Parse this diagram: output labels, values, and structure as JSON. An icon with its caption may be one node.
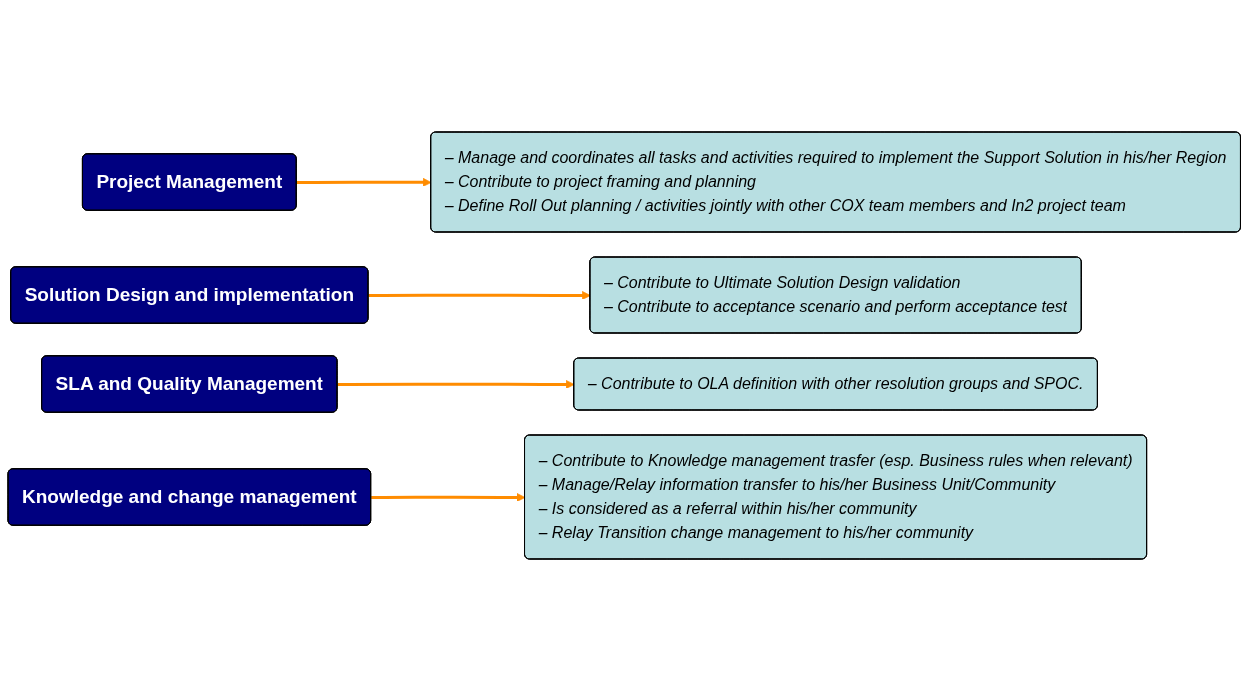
{
  "diagram": {
    "nodes": [
      {
        "text": [
          "Project Management"
        ]
      },
      {
        "text": [
          "– Manage and coordinates all tasks and activities required to implement the Support Solution in his/her Region",
          "– Contribute to project framing and planning",
          "– Define Roll Out planning / activities jointly with other COX team members and In2 project team"
        ]
      },
      {
        "text": [
          "Solution Design and implementation"
        ]
      },
      {
        "text": [
          "– Contribute to Ultimate Solution Design validation",
          "– Contribute to acceptance scenario and perform acceptance test"
        ]
      },
      {
        "text": [
          "SLA and Quality Management"
        ]
      },
      {
        "text": [
          "– Contribute to OLA definition with other resolution groups and SPOC."
        ]
      },
      {
        "text": [
          "Knowledge and change management"
        ]
      },
      {
        "text": [
          "– Contribute to Knowledge management trasfer (esp. Business rules when relevant)",
          "– Manage/Relay information transfer to his/her Business Unit/Community",
          "– Is considered as a referral within his/her community",
          "– Relay Transition change management to his/her community"
        ]
      }
    ],
    "edges": [
      {
        "from": 0,
        "to": 1,
        "arrow": "to"
      },
      {
        "from": 2,
        "to": 3,
        "arrow": "to"
      },
      {
        "from": 4,
        "to": 5,
        "arrow": "to"
      },
      {
        "from": 6,
        "to": 7,
        "arrow": "to"
      }
    ]
  }
}
